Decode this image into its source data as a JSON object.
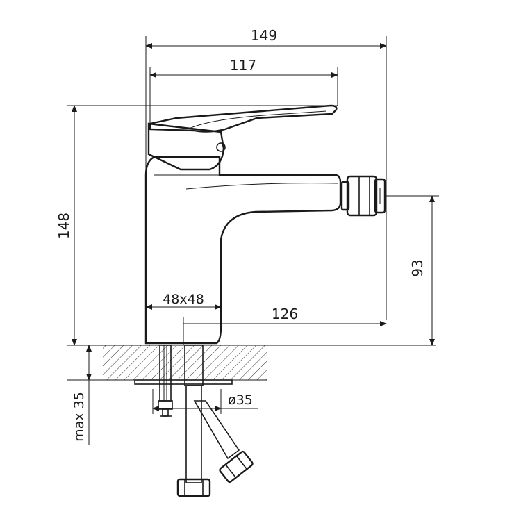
{
  "dimensions": {
    "overall_width": "149",
    "handle_length": "117",
    "overall_height": "148",
    "spout_height": "93",
    "base_size": "48x48",
    "spout_reach": "126",
    "hole_diameter": "ø35",
    "max_counter_thickness": "max 35"
  }
}
